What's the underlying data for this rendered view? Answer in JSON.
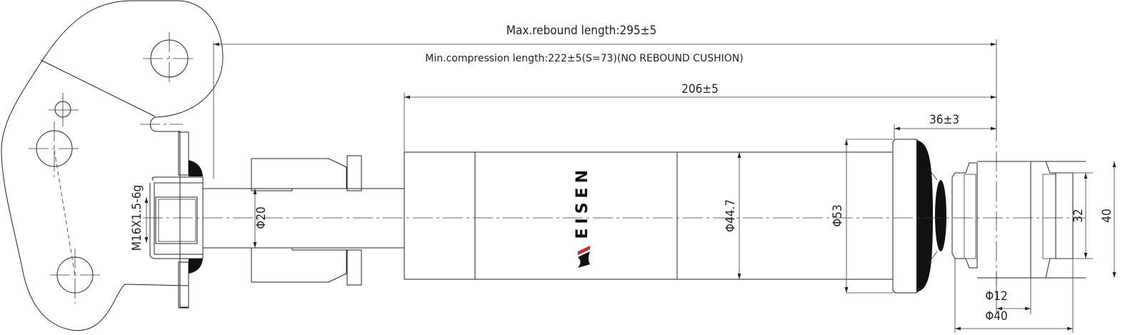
{
  "drawing": {
    "dimensions": {
      "max_rebound": "Max.rebound length:295±5",
      "min_compression": "Min.compression length:222±5(S=73)(NO REBOUND CUSHION)",
      "body_length": "206±5",
      "eye_offset": "36±3",
      "thread": "M16X1.5-6g",
      "rod_diameter": "Φ20",
      "body_diameter": "Φ44.7",
      "cap_diameter": "Φ53",
      "bushing_inner_height": "32",
      "bushing_outer_height": "40",
      "eye_bore": "Φ12",
      "eye_width": "Φ40"
    },
    "logo": {
      "text": "EISEN",
      "colors": {
        "red": "#d7262b",
        "black": "#111111"
      }
    }
  }
}
